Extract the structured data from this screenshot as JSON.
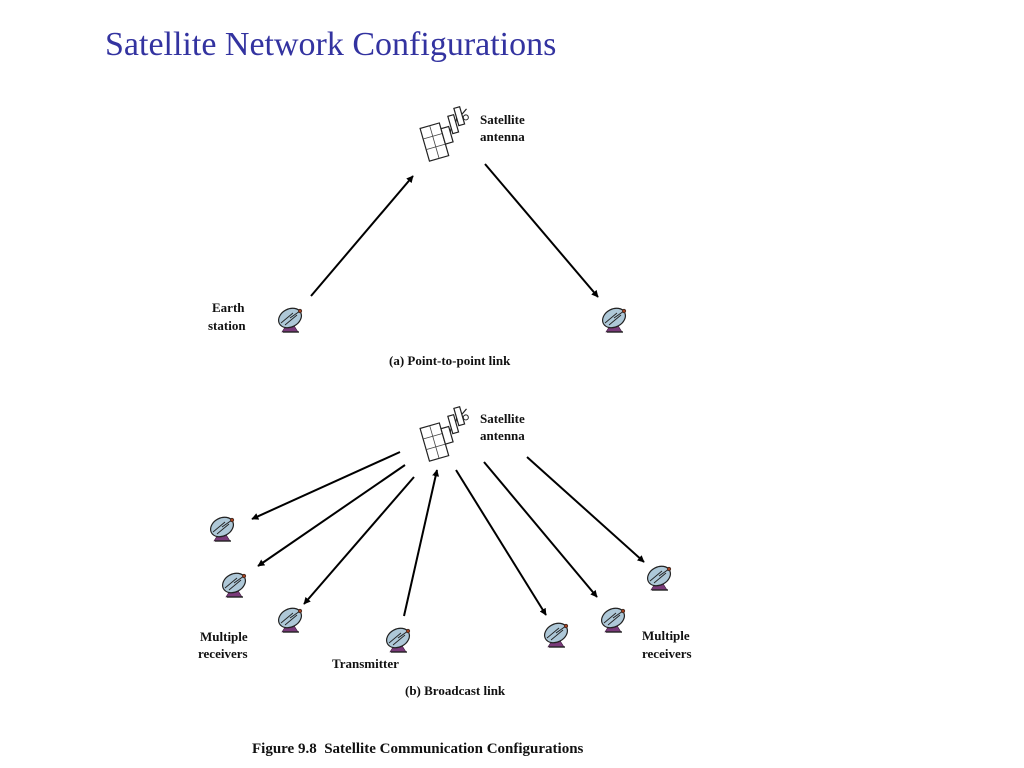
{
  "title": "Satellite Network Configurations",
  "point_to_point": {
    "satellite_label_line1": "Satellite",
    "satellite_label_line2": "antenna",
    "earth_label_line1": "Earth",
    "earth_label_line2": "station",
    "caption": "(a) Point-to-point link"
  },
  "broadcast": {
    "satellite_label_line1": "Satellite",
    "satellite_label_line2": "antenna",
    "left_receivers_line1": "Multiple",
    "left_receivers_line2": "receivers",
    "transmitter_label": "Transmitter",
    "right_receivers_line1": "Multiple",
    "right_receivers_line2": "receivers",
    "caption": "(b) Broadcast link"
  },
  "figure_caption": "Figure 9.8  Satellite Communication Configurations",
  "colors": {
    "title": "#3333a0",
    "dish": "#aec8d8",
    "dish_base": "#7a3a7a"
  },
  "icons": [
    "satellite-icon",
    "dish-antenna-icon"
  ]
}
